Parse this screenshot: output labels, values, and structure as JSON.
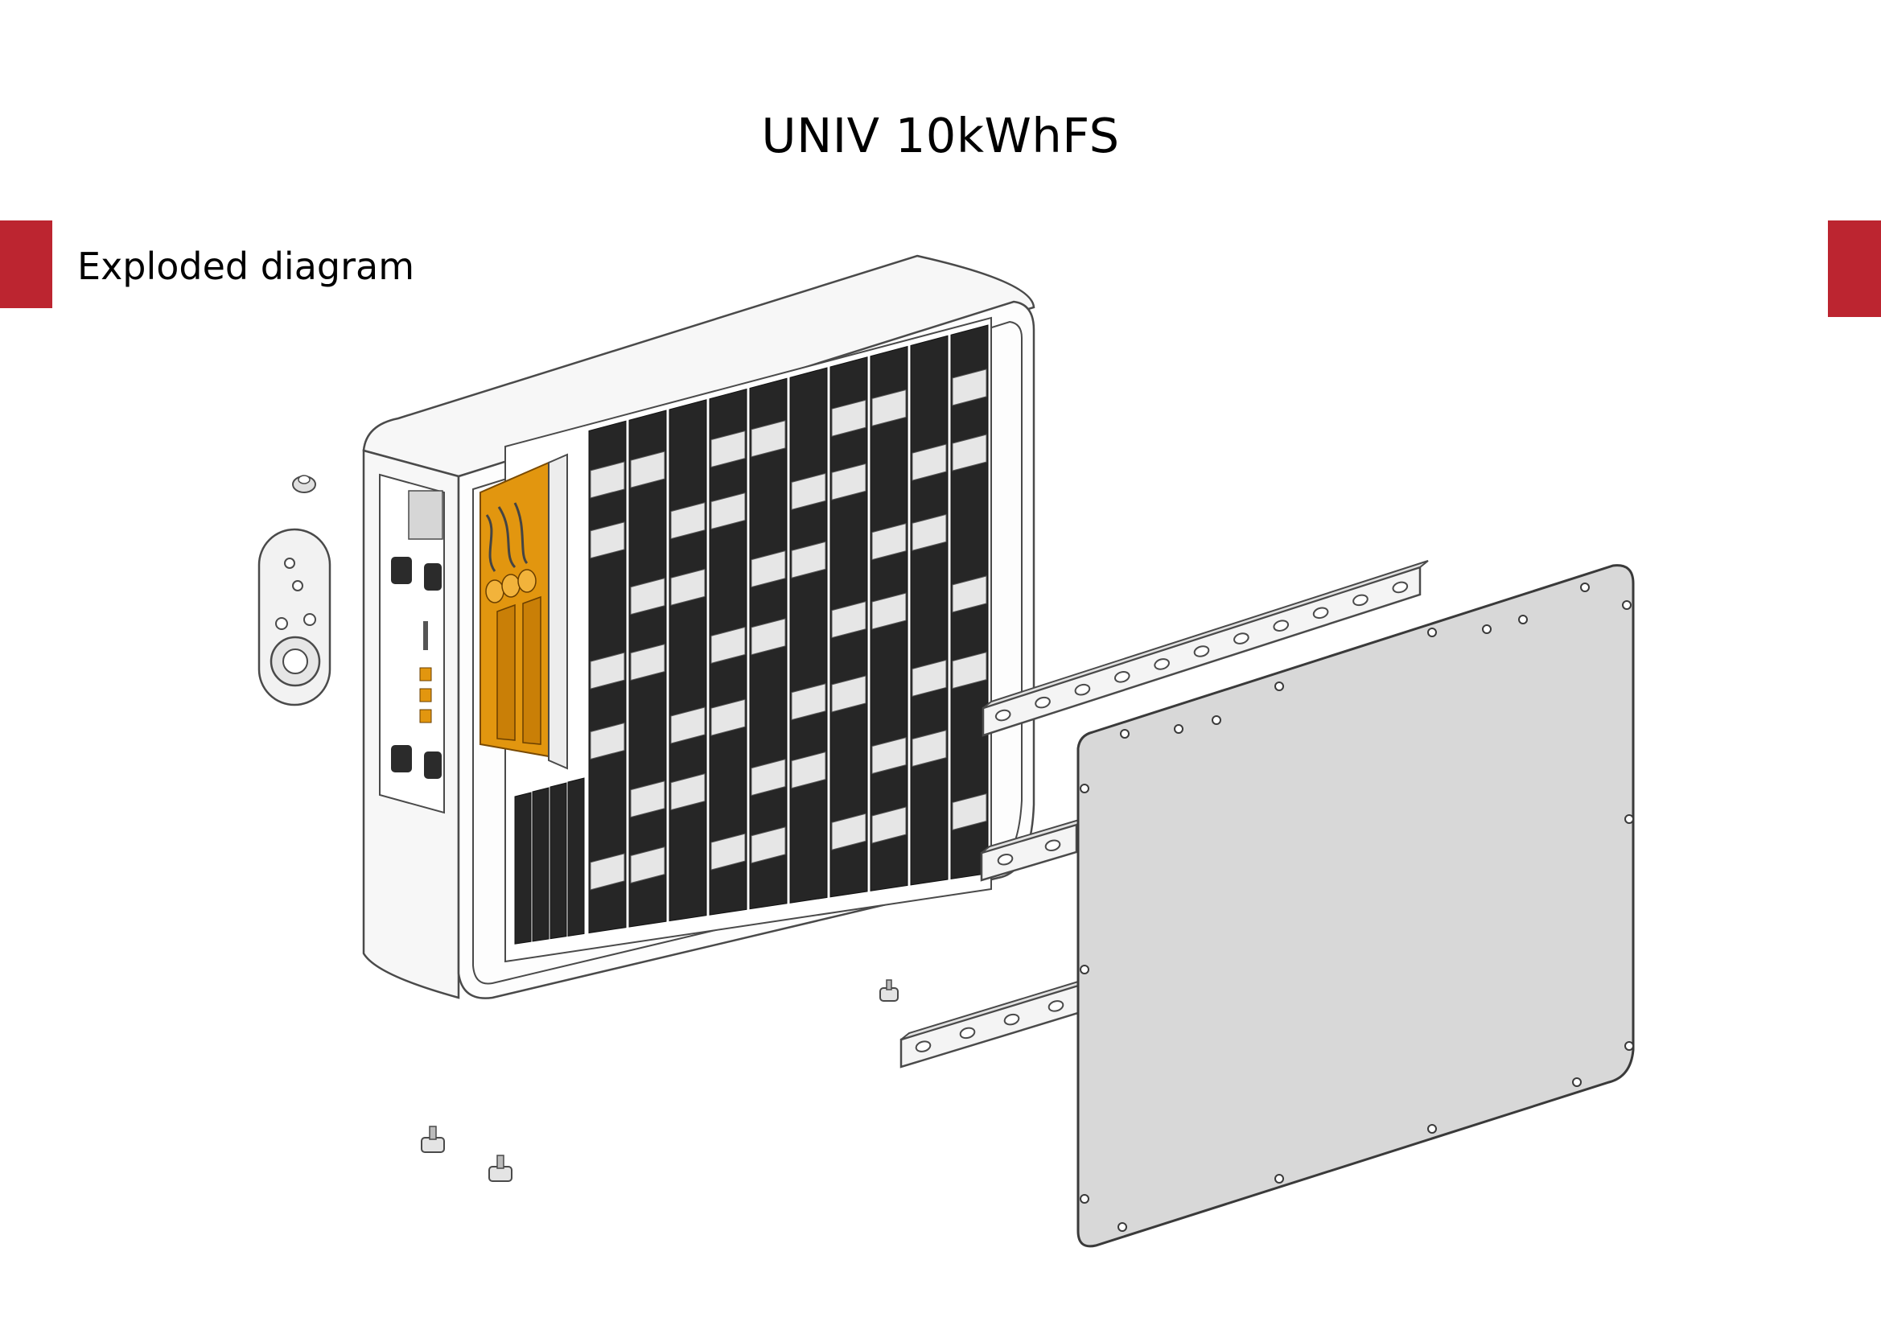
{
  "document": {
    "title": "UNIV 10kWhFS",
    "section_heading": "Exploded diagram"
  },
  "colors": {
    "accent": "#BC2530",
    "cell": "#262626",
    "busbar": "#E6E6E6",
    "copper": "#E2960F",
    "cover": "#D8D8D8",
    "outline": "#4A4A4A",
    "housing": "#F7F7F7"
  },
  "diagram": {
    "type": "exploded-assembly-drawing"
  }
}
